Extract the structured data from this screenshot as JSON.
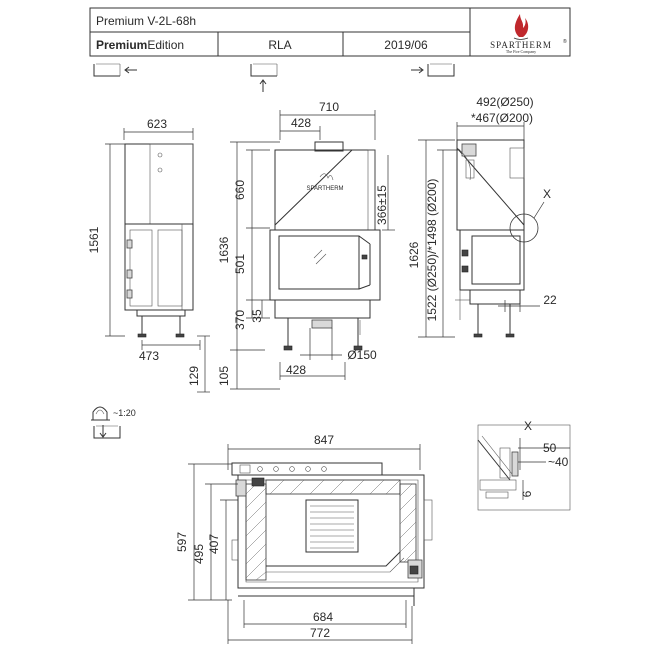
{
  "title_block": {
    "model": "Premium V-2L-68h",
    "edition_bold": "Premium",
    "edition_rest": "Edition",
    "code": "RLA",
    "date": "2019/06",
    "logo_name": "SPARTHERM",
    "logo_reg": "®",
    "logo_tagline": "The Fire Company",
    "flame_color": "#c0282d"
  },
  "front_view": {
    "brand": "SPARTHERM",
    "dims": {
      "width": "710",
      "inner_width": "428",
      "top_height": "660",
      "total_height": "1636",
      "window_height": "501",
      "base_height": "370",
      "leg_gap": "35",
      "offset": "366±15",
      "floor": "105",
      "bottom_width": "428",
      "flue": "Ø150"
    }
  },
  "left_view": {
    "dims": {
      "depth": "623",
      "height": "1561",
      "base_depth": "473",
      "leg": "129"
    }
  },
  "right_view": {
    "dims": {
      "top_a": "492(Ø250)",
      "top_b": "*467(Ø200)",
      "height": "1626",
      "flue_height": "1522 (Ø250)/*1498 (Ø200)",
      "side": "22",
      "detail_label": "X"
    }
  },
  "scale": {
    "text": "~1:20"
  },
  "plan_view": {
    "dims": {
      "width": "847",
      "depth_total": "597",
      "depth_mid": "495",
      "depth_inner": "407",
      "inner_width": "684",
      "outer_width": "772"
    }
  },
  "detail_view": {
    "label": "X",
    "dim_a": "50",
    "dim_b": "~40",
    "dim_c": "6"
  }
}
